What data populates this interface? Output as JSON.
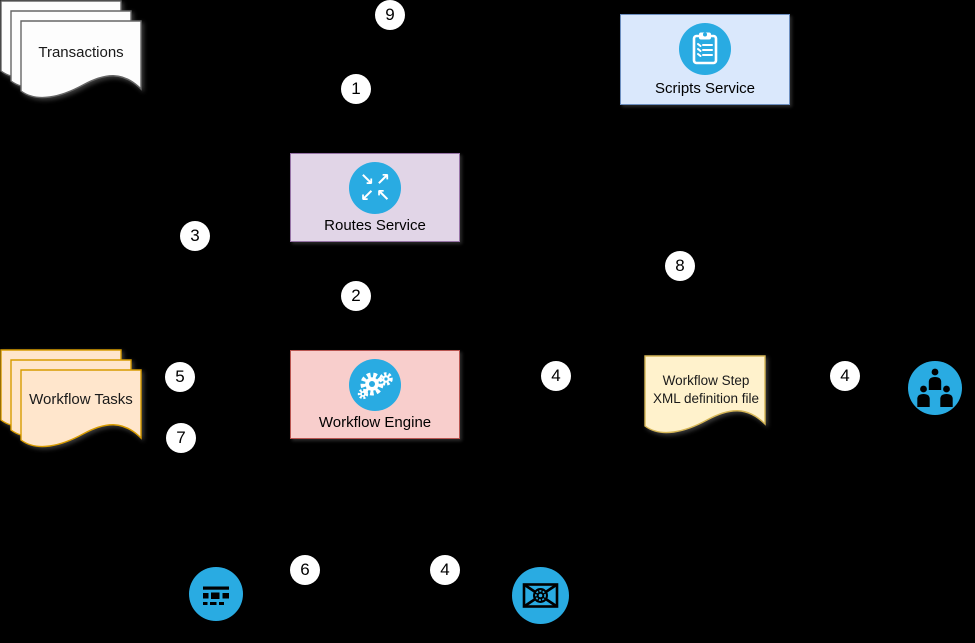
{
  "diagram": {
    "background": "#000000",
    "accent_blue": "#29abe2",
    "node_colors": {
      "transactions": {
        "fill": "#ffffff",
        "border": "#666666"
      },
      "workflow_tasks": {
        "fill": "#ffe6cc",
        "border": "#d79b00"
      },
      "scripts_service": {
        "fill": "#dae8fc",
        "border": "#6c8ebf"
      },
      "routes_service": {
        "fill": "#e1d5e7",
        "border": "#9673a6"
      },
      "workflow_engine": {
        "fill": "#f8cecc",
        "border": "#b85450"
      },
      "xml_file": {
        "fill": "#fff2cc",
        "border": "#d6b656"
      }
    }
  },
  "nodes": {
    "transactions": {
      "label": "Transactions"
    },
    "workflow_tasks": {
      "label": "Workflow Tasks"
    },
    "scripts_service": {
      "label": "Scripts Service",
      "icon": "clipboard-icon"
    },
    "routes_service": {
      "label": "Routes Service",
      "icon": "route-arrows-icon",
      "arrows": [
        "↘",
        "↗",
        "↙",
        "↖"
      ]
    },
    "workflow_engine": {
      "label": "Workflow Engine",
      "icon": "gears-icon"
    },
    "xml_file": {
      "line1": "Workflow Step",
      "line2": "XML definition file"
    }
  },
  "icons": {
    "team": "team-icon",
    "queue": "queue-icon",
    "email": "email-icon"
  },
  "step_badges": [
    "9",
    "1",
    "3",
    "2",
    "8",
    "5",
    "7",
    "4",
    "4",
    "6",
    "4"
  ]
}
